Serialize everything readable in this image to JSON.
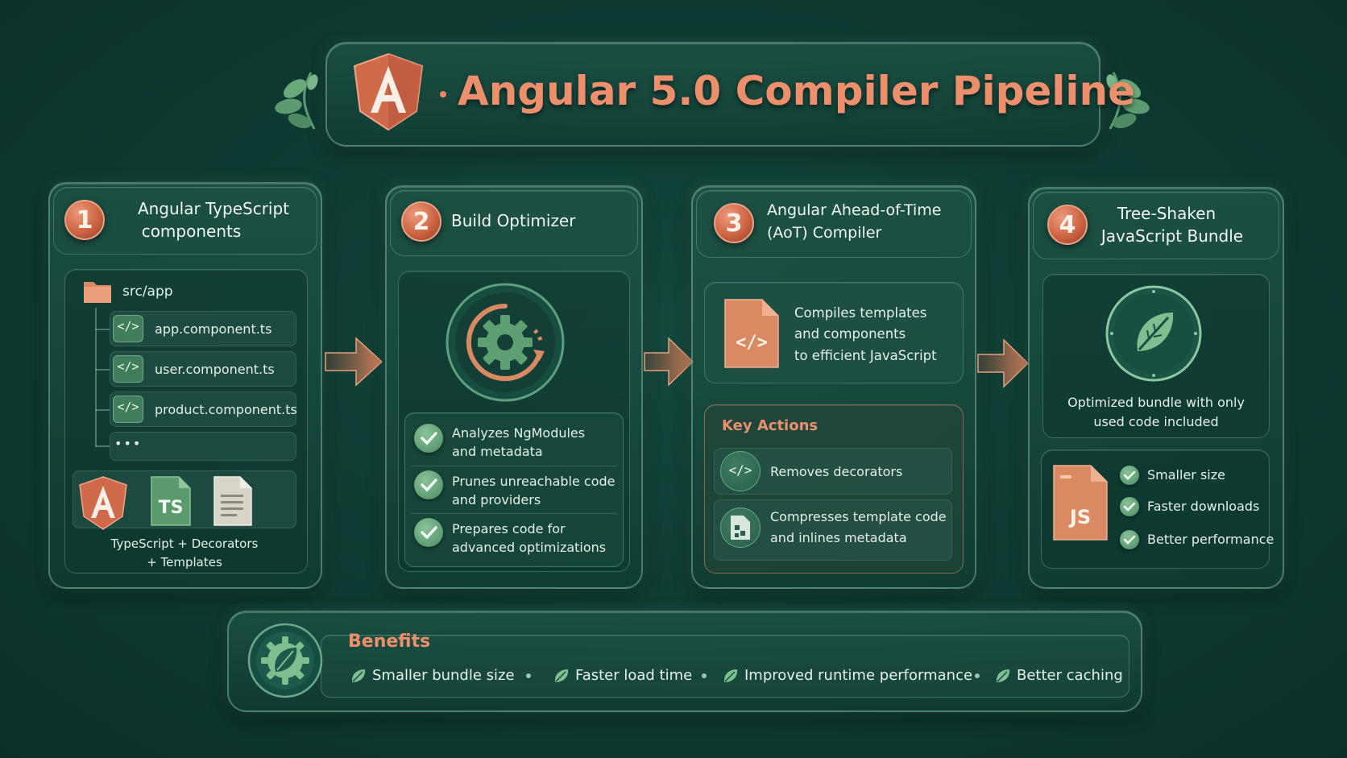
{
  "title": "Angular 5.0 Compiler Pipeline",
  "accent": "#e8896a",
  "steps": [
    {
      "number": "1",
      "title_line1": "Angular TypeScript",
      "title_line2": "components",
      "folder": "src/app",
      "files": [
        "app.component.ts",
        "user.component.ts",
        "product.component.ts"
      ],
      "more": "•••",
      "caption_line1": "TypeScript + Decorators",
      "caption_line2": "+ Templates"
    },
    {
      "number": "2",
      "title": "Build Optimizer",
      "items": [
        {
          "line1": "Analyzes NgModules",
          "line2": "and metadata"
        },
        {
          "line1": "Prunes unreachable code",
          "line2": "and providers"
        },
        {
          "line1": "Prepares code for",
          "line2": "advanced optimizations"
        }
      ]
    },
    {
      "number": "3",
      "title_line1": "Angular Ahead-of-Time",
      "title_line2": "(AoT) Compiler",
      "desc_line1": "Compiles templates",
      "desc_line2": "and components",
      "desc_line3": "to efficient JavaScript",
      "key_actions_title": "Key Actions",
      "actions": [
        {
          "line1": "Removes decorators",
          "line2": ""
        },
        {
          "line1": "Compresses template code",
          "line2": "and inlines metadata"
        }
      ]
    },
    {
      "number": "4",
      "title_line1": "Tree-Shaken",
      "title_line2": "JavaScript Bundle",
      "desc_line1": "Optimized bundle with only",
      "desc_line2": "used code included",
      "js_label": "JS",
      "bullets": [
        "Smaller size",
        "Faster downloads",
        "Better performance"
      ]
    }
  ],
  "file_badges": {
    "ts": "TS",
    "angular": "A"
  },
  "benefits": {
    "title": "Benefits",
    "items": [
      "Smaller bundle size",
      "Faster load time",
      "Improved runtime performance",
      "Better caching"
    ]
  }
}
